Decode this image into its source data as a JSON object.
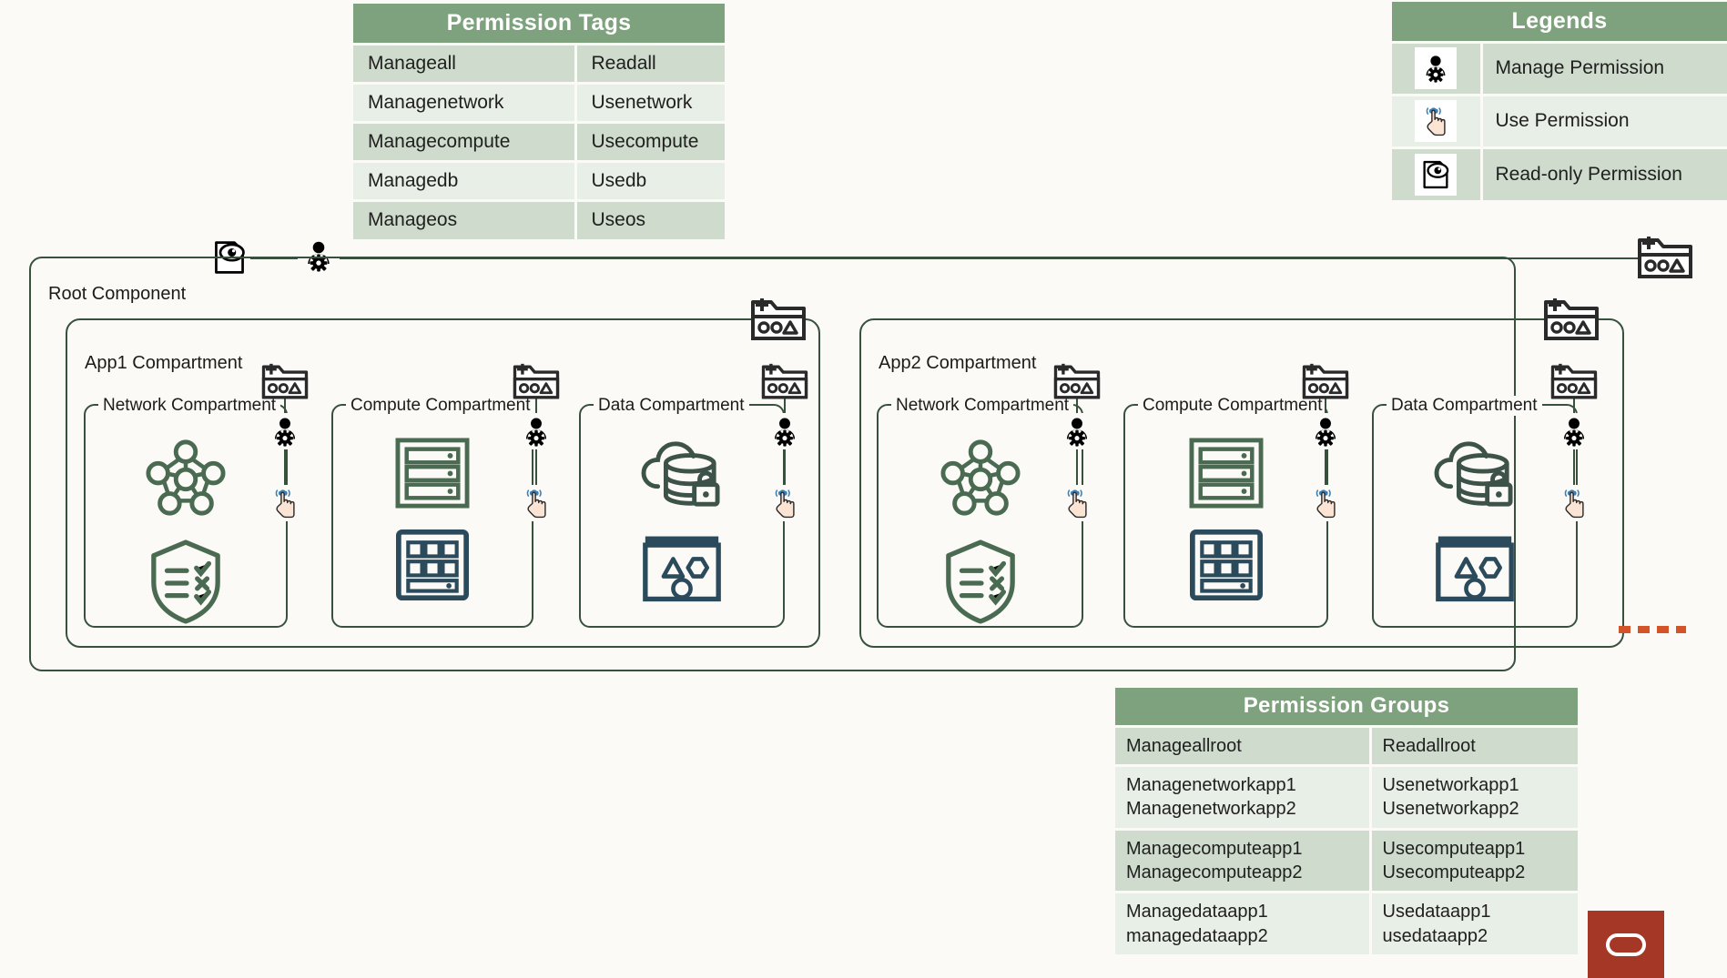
{
  "permission_tags": {
    "title": "Permission Tags",
    "rows": [
      {
        "manage": "Manageall",
        "use": "Readall"
      },
      {
        "manage": "Managenetwork",
        "use": "Usenetwork"
      },
      {
        "manage": "Managecompute",
        "use": "Usecompute"
      },
      {
        "manage": "Managedb",
        "use": "Usedb"
      },
      {
        "manage": "Manageos",
        "use": "Useos"
      }
    ]
  },
  "legends": {
    "title": "Legends",
    "items": [
      {
        "icon": "manage-permission-icon",
        "label": "Manage Permission"
      },
      {
        "icon": "use-permission-icon",
        "label": "Use Permission"
      },
      {
        "icon": "read-only-permission-icon",
        "label": "Read-only Permission"
      }
    ]
  },
  "permission_groups": {
    "title": "Permission  Groups",
    "rows": [
      {
        "manage": "Manageallroot",
        "use": "Readallroot"
      },
      {
        "manage": "Managenetworkapp1\nManagenetworkapp2",
        "use": "Usenetworkapp1\nUsenetworkapp2"
      },
      {
        "manage": "Managecomputeapp1\nManagecomputeapp2",
        "use": "Usecomputeapp1\nUsecomputeapp2"
      },
      {
        "manage": "Managedataapp1\nmanagedataapp2",
        "use": "Usedataapp1\nusedataapp2"
      }
    ]
  },
  "diagram": {
    "root": {
      "label": "Root Component"
    },
    "apps": [
      {
        "label": "App1 Compartment",
        "compartments": [
          {
            "label": "Network Compartment",
            "icons": [
              "network-mesh-icon",
              "security-shield-checklist-icon"
            ]
          },
          {
            "label": "Compute Compartment",
            "icons": [
              "server-rack-icon",
              "container-grid-icon"
            ]
          },
          {
            "label": "Data Compartment",
            "icons": [
              "cloud-database-lock-icon",
              "shapes-window-icon"
            ]
          }
        ]
      },
      {
        "label": "App2 Compartment",
        "compartments": [
          {
            "label": "Network Compartment",
            "icons": [
              "network-mesh-icon",
              "security-shield-checklist-icon"
            ]
          },
          {
            "label": "Compute Compartment",
            "icons": [
              "server-rack-icon",
              "container-grid-icon"
            ]
          },
          {
            "label": "Data Compartment",
            "icons": [
              "cloud-database-lock-icon",
              "shapes-window-icon"
            ]
          }
        ]
      }
    ]
  },
  "colors": {
    "header_green": "#7ea27e",
    "row_dark": "#cfdccd",
    "row_light": "#e8efe7",
    "outline_green": "#37513d",
    "icon_blue": "#2b4a5c",
    "accent_orange": "#d4542a",
    "oracle_red": "#a43725",
    "page_bg": "#fbfaf7"
  },
  "branding": {
    "logo": "oracle-logo"
  }
}
